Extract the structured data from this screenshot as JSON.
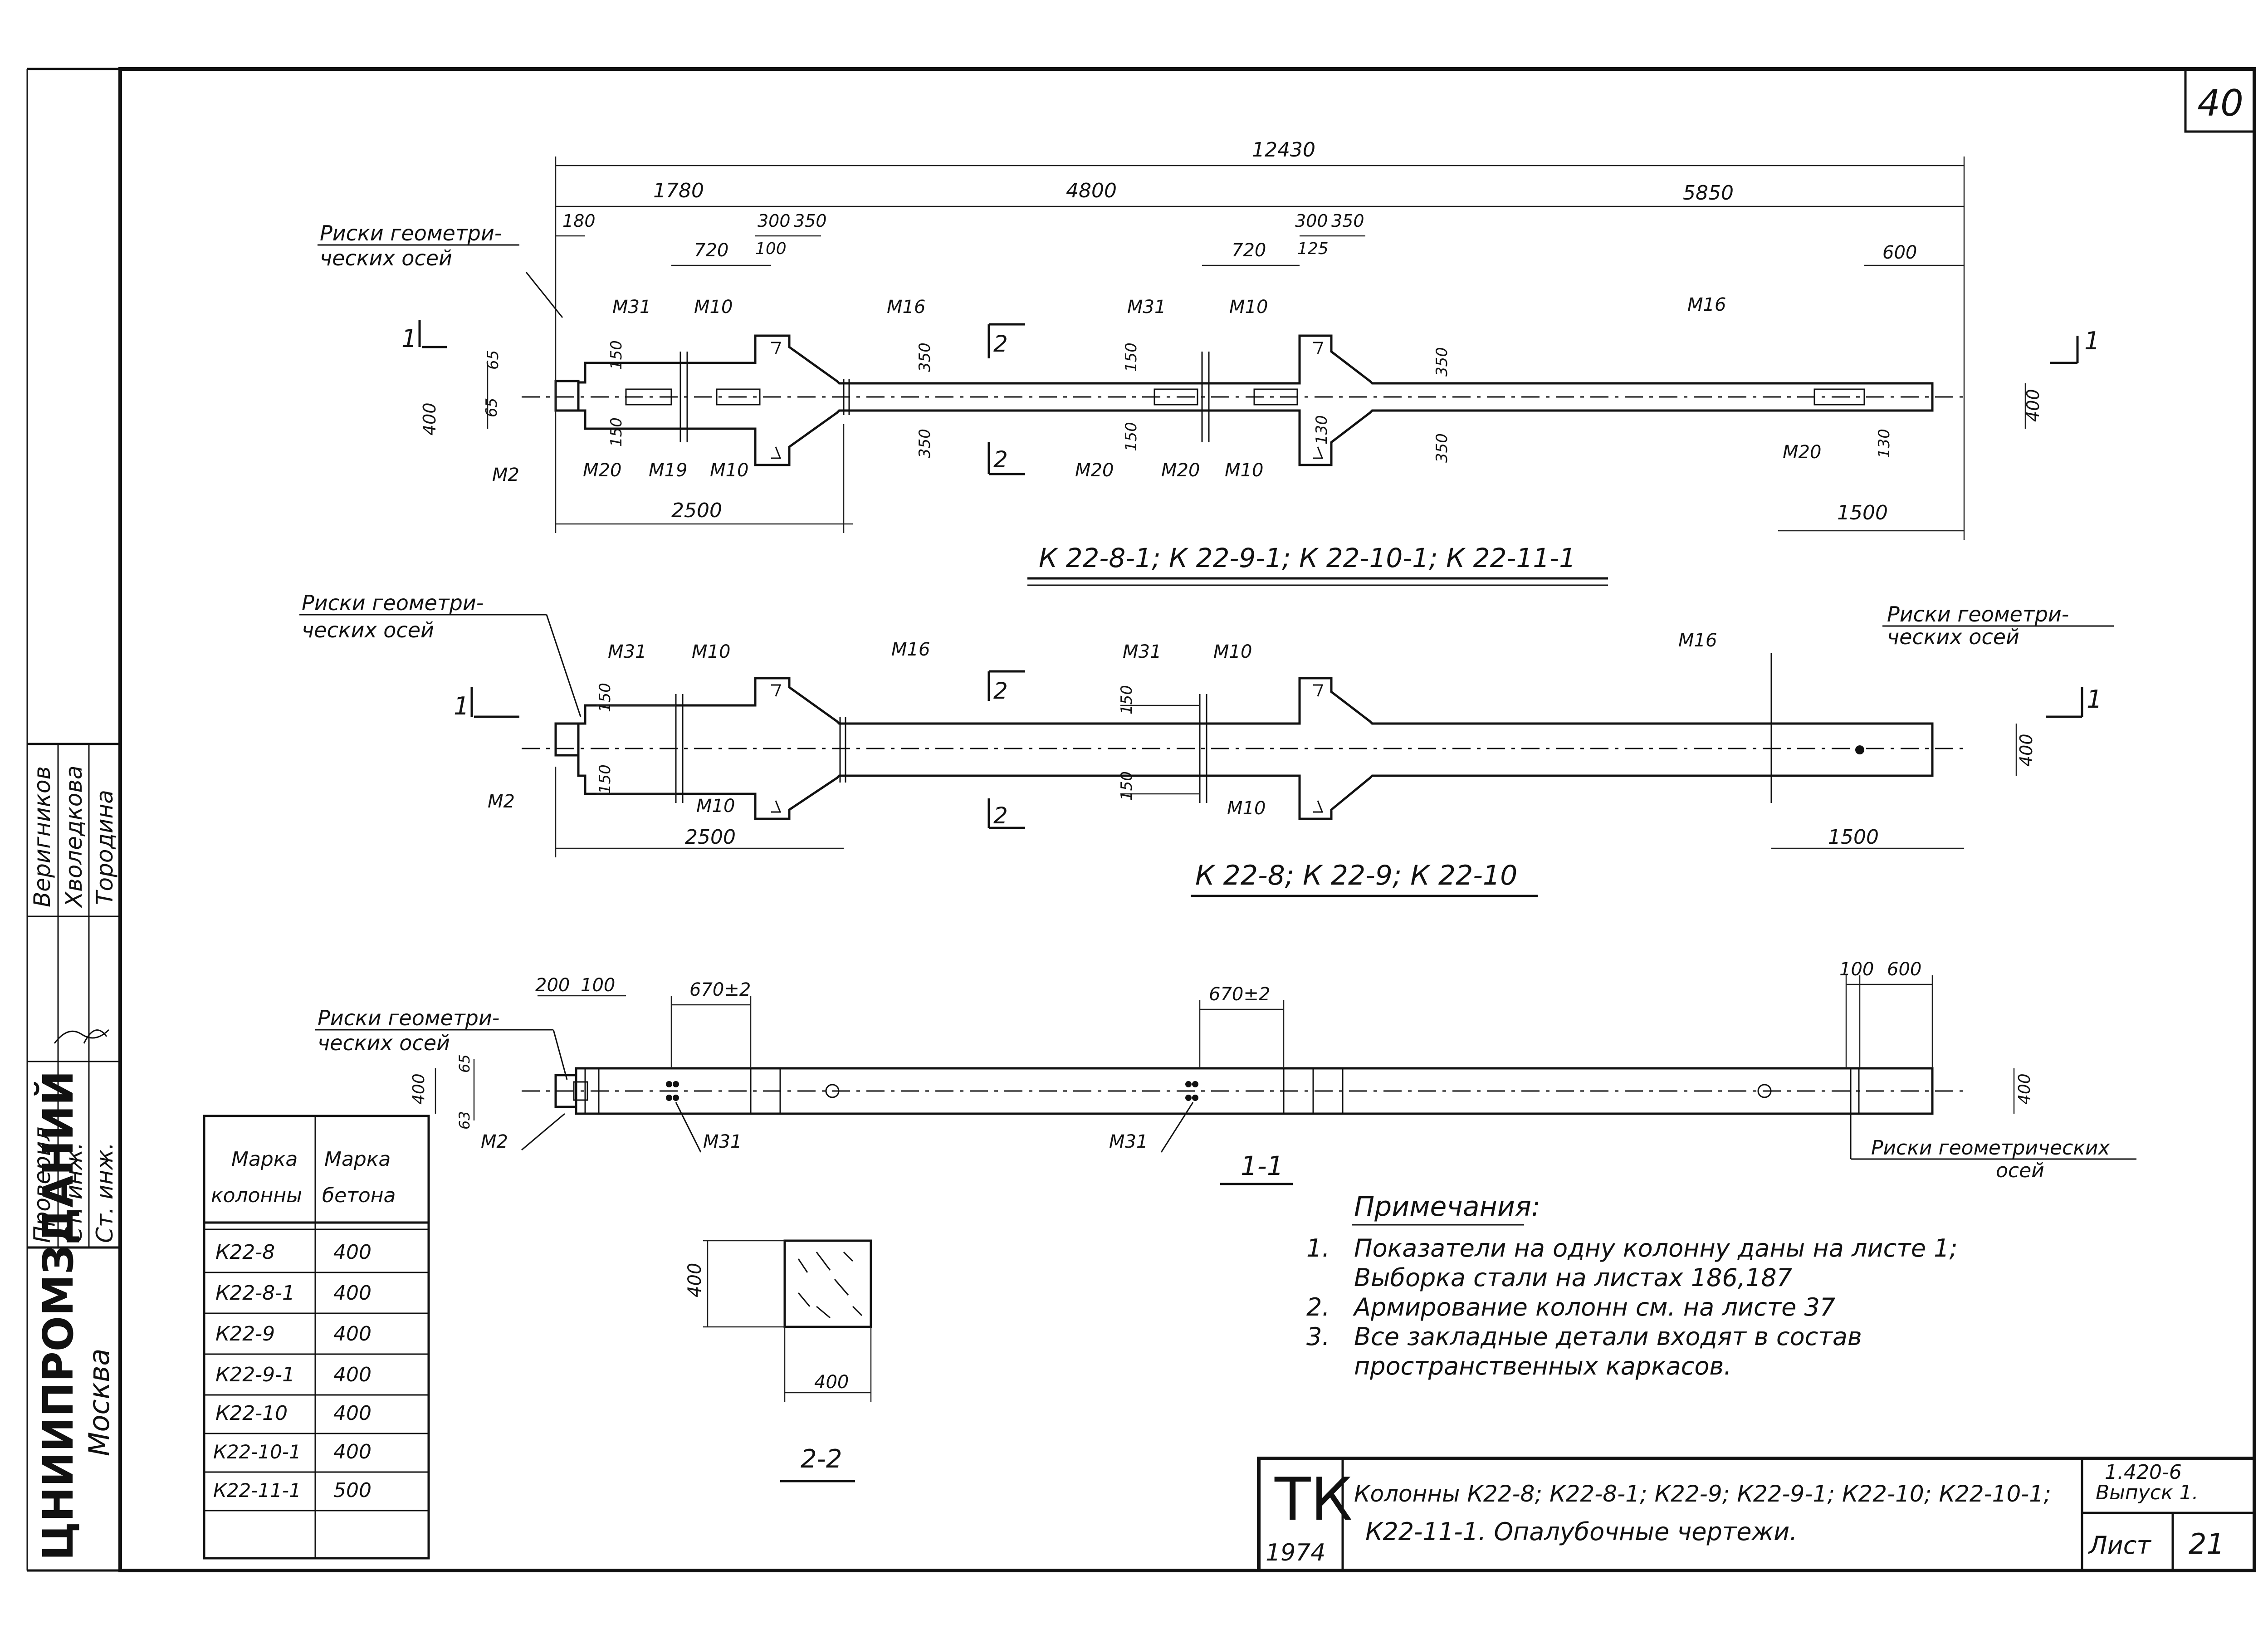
{
  "sheet": {
    "corner_number": "40",
    "org_line1": "ЦНИИПРОМЗДАНИЙ",
    "org_line2": "Москва",
    "sign_roles": [
      "Проверил",
      "Ст. инж.",
      "Ст. инж."
    ],
    "sign_names": [
      "Тородина",
      "Хволедкова",
      "Веригников"
    ]
  },
  "view1": {
    "title": "К 22-8-1; К 22-9-1; К 22-10-1; К 22-11-1",
    "axes_label_1": "Риски геометри-",
    "axes_label_2": "ческих осей",
    "dims": {
      "total": "12430",
      "d1780": "1780",
      "d4800": "4800",
      "d5850": "5850",
      "d180": "180",
      "d720a": "720",
      "d300a": "300",
      "d350a": "350",
      "d100": "100",
      "d720b": "720",
      "d300b": "300",
      "d350b": "350",
      "d125": "125",
      "d600": "600",
      "d2500": "2500",
      "d1500": "1500",
      "d400l": "400",
      "d400r": "400",
      "d65a": "65",
      "d65b": "65",
      "d150a": "150",
      "d150b": "150",
      "d150c": "150",
      "d150d": "150",
      "d350c": "350",
      "d350d": "350",
      "d350e": "350",
      "d350f": "350",
      "d130a": "130",
      "d130b": "130"
    },
    "marks": {
      "m31a": "М31",
      "m10a": "М10",
      "m16a": "М16",
      "m31b": "М31",
      "m10b": "М10",
      "m16b": "М16",
      "m2": "М2",
      "m20a": "М20",
      "m19": "М19",
      "m10c": "М10",
      "m20b": "М20",
      "m20c": "М20",
      "m10d": "М10",
      "m20d": "М20"
    },
    "sec1": "1",
    "sec1r": "1",
    "sec2": "2",
    "sec2b": "2"
  },
  "view2": {
    "title": "К 22-8; К 22-9; К 22-10",
    "axes_label_1": "Риски геометри-",
    "axes_label_2": "ческих осей",
    "axes_label_r1": "Риски геометри-",
    "axes_label_r2": "ческих осей",
    "marks": {
      "m31a": "М31",
      "m10a": "М10",
      "m16a": "М16",
      "m31b": "М31",
      "m10b": "М10",
      "m16b": "М16",
      "m2": "М2",
      "m10c": "М10",
      "m10d": "М10"
    },
    "dims": {
      "d2500": "2500",
      "d1500": "1500",
      "d400": "400",
      "d150a": "150",
      "d150b": "150",
      "d150c": "150",
      "d150d": "150"
    },
    "sec1": "1",
    "sec1r": "1",
    "sec2": "2",
    "sec2b": "2"
  },
  "view3": {
    "title": "1-1",
    "axes_label_1": "Риски геометри-",
    "axes_label_2": "ческих осей",
    "axes_label_r": "Риски геометрических",
    "axes_label_r2": "осей",
    "dims": {
      "d200": "200",
      "d100a": "100",
      "d670a": "670±2",
      "d670b": "670±2",
      "d100b": "100",
      "d600": "600",
      "d400l": "400",
      "d400r": "400",
      "d65": "65",
      "d63": "63"
    },
    "marks": {
      "m2": "М2",
      "m31a": "М31",
      "m31b": "М31"
    }
  },
  "section22": {
    "title": "2-2",
    "w": "400",
    "h": "400"
  },
  "table": {
    "header_col1_a": "Марка",
    "header_col1_b": "колонны",
    "header_col2_a": "Марка",
    "header_col2_b": "бетона",
    "rows": [
      {
        "col": "К22-8",
        "conc": "400"
      },
      {
        "col": "К22-8-1",
        "conc": "400"
      },
      {
        "col": "К22-9",
        "conc": "400"
      },
      {
        "col": "К22-9-1",
        "conc": "400"
      },
      {
        "col": "К22-10",
        "conc": "400"
      },
      {
        "col": "К22-10-1",
        "conc": "400"
      },
      {
        "col": "К22-11-1",
        "conc": "500"
      },
      {
        "col": "",
        "conc": ""
      }
    ]
  },
  "notes": {
    "heading": "Примечания:",
    "items": [
      {
        "n": "1.",
        "l1": "Показатели на одну колонну даны на листе 1;",
        "l2": "Выборка стали на листах 186,187"
      },
      {
        "n": "2.",
        "l1": "Армирование колонн см. на листе 37",
        "l2": ""
      },
      {
        "n": "3.",
        "l1": "Все закладные детали входят в состав",
        "l2": "пространственных каркасов."
      }
    ]
  },
  "title_block": {
    "logo": "ТК",
    "year": "1974",
    "line1": "Колонны К22-8; К22-8-1; К22-9; К22-9-1; К22-10; К22-10-1;",
    "line2": "К22-11-1. Опалубочные чертежи.",
    "series": "1.420-6",
    "issue": "Выпуск 1.",
    "sheet_label": "Лист",
    "sheet_no": "21"
  }
}
